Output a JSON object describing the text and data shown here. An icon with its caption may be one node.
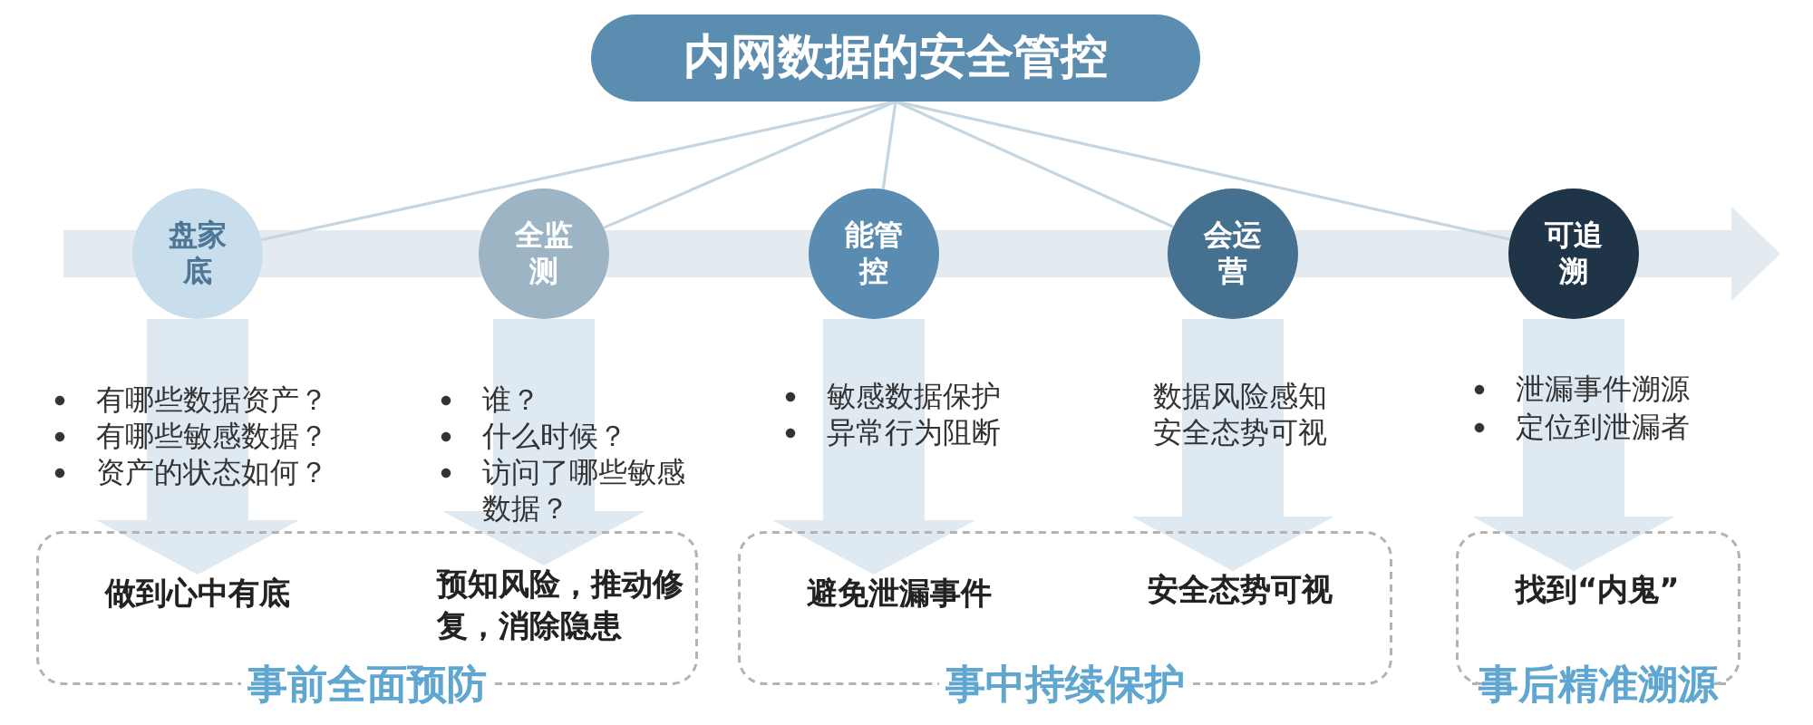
{
  "diagram": {
    "nodes": [
      {
        "text": [
          "内网数据的安全管控"
        ]
      },
      {
        "text": [
          "盘家底"
        ],
        "beside": [
          "有哪些数据资产？",
          "有哪些敏感数据？",
          "资产的状态如何？"
        ]
      },
      {
        "text": [
          "全监测"
        ],
        "beside": [
          "谁？",
          "什么时候？",
          "访问了哪些敏感数据？"
        ]
      },
      {
        "text": [
          "能管控"
        ],
        "beside": [
          "敏感数据保护",
          "异常行为阻断"
        ]
      },
      {
        "text": [
          "会运营"
        ],
        "beside": [
          "数据风险感知",
          "安全态势可视"
        ]
      },
      {
        "text": [
          "可追溯"
        ],
        "beside": [
          "泄漏事件溯源",
          "定位到泄漏者"
        ]
      },
      {
        "text": [
          "事前全面预防"
        ]
      },
      {
        "text": [
          "做到心中有底"
        ],
        "in": 6
      },
      {
        "text": [
          "预知风险，推动修复，消除隐患"
        ],
        "in": 6
      },
      {
        "text": [
          "事中持续保护"
        ]
      },
      {
        "text": [
          "避免泄漏事件"
        ],
        "in": 9
      },
      {
        "text": [
          "安全态势可视"
        ],
        "in": 9
      },
      {
        "text": [
          "事后精准溯源"
        ]
      },
      {
        "text": [
          "找到“内鬼”"
        ],
        "in": 12
      }
    ],
    "edges": [
      {
        "from": 0,
        "to": 1,
        "arrow": "none"
      },
      {
        "from": 0,
        "to": 2,
        "arrow": "none"
      },
      {
        "from": 0,
        "to": 3,
        "arrow": "none"
      },
      {
        "from": 0,
        "to": 4,
        "arrow": "none"
      },
      {
        "from": 0,
        "to": 5,
        "arrow": "none"
      },
      {
        "from": 1,
        "to": 7,
        "arrow": "to",
        "style": "thick",
        "color": "#dfe9f2"
      },
      {
        "from": 2,
        "to": 8,
        "arrow": "to",
        "style": "thick",
        "color": "#dfe9f2"
      },
      {
        "from": 3,
        "to": 10,
        "arrow": "to",
        "style": "thick",
        "color": "#dfe9f2"
      },
      {
        "from": 4,
        "to": 11,
        "arrow": "to",
        "style": "thick",
        "color": "#dfe9f2"
      },
      {
        "from": 5,
        "to": 13,
        "arrow": "to",
        "style": "thick",
        "color": "#dfe9f2"
      }
    ]
  }
}
